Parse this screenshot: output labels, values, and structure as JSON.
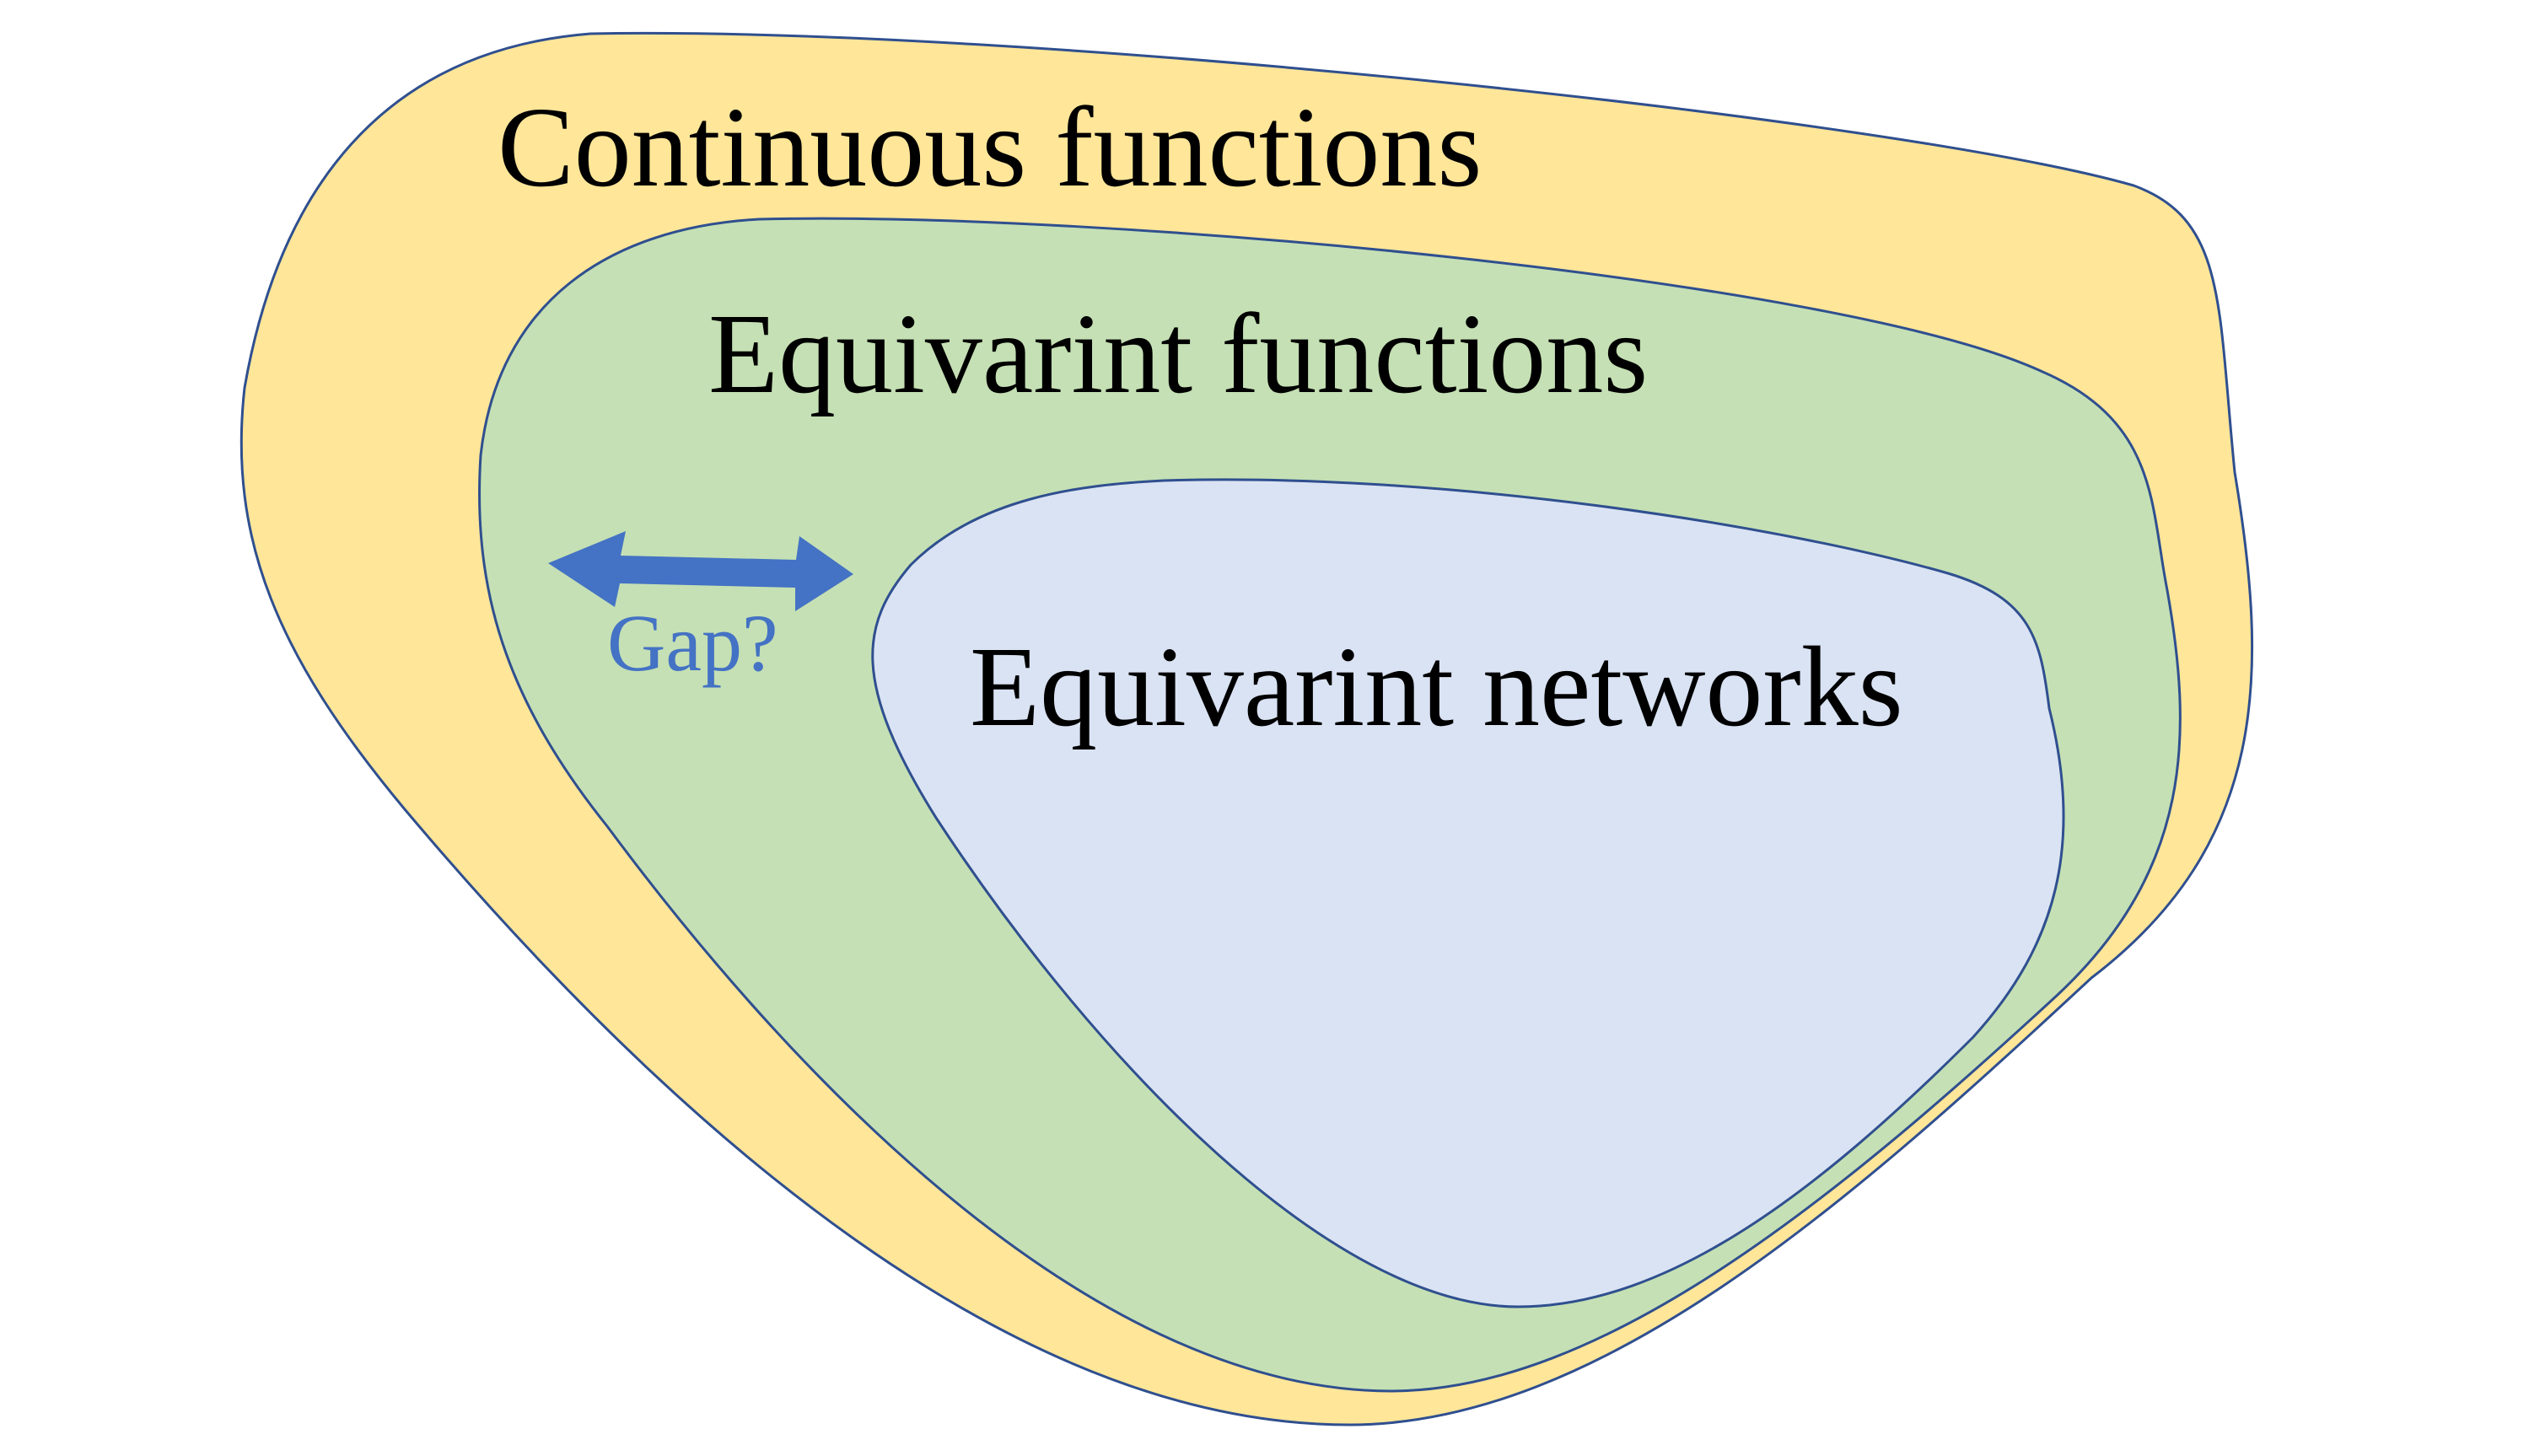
{
  "regions": {
    "continuous": {
      "label": "Continuous functions",
      "fill_color": "#FFE699"
    },
    "equivariant_functions": {
      "label": "Equivarint functions",
      "fill_color": "#C5E0B4"
    },
    "equivariant_networks": {
      "label": "Equivarint networks",
      "fill_color": "#DAE3F3"
    }
  },
  "outline_color": "#2F4F8F",
  "gap": {
    "label": "Gap?",
    "arrow_icon": "double-headed-arrow-icon",
    "color": "#4472C4"
  }
}
